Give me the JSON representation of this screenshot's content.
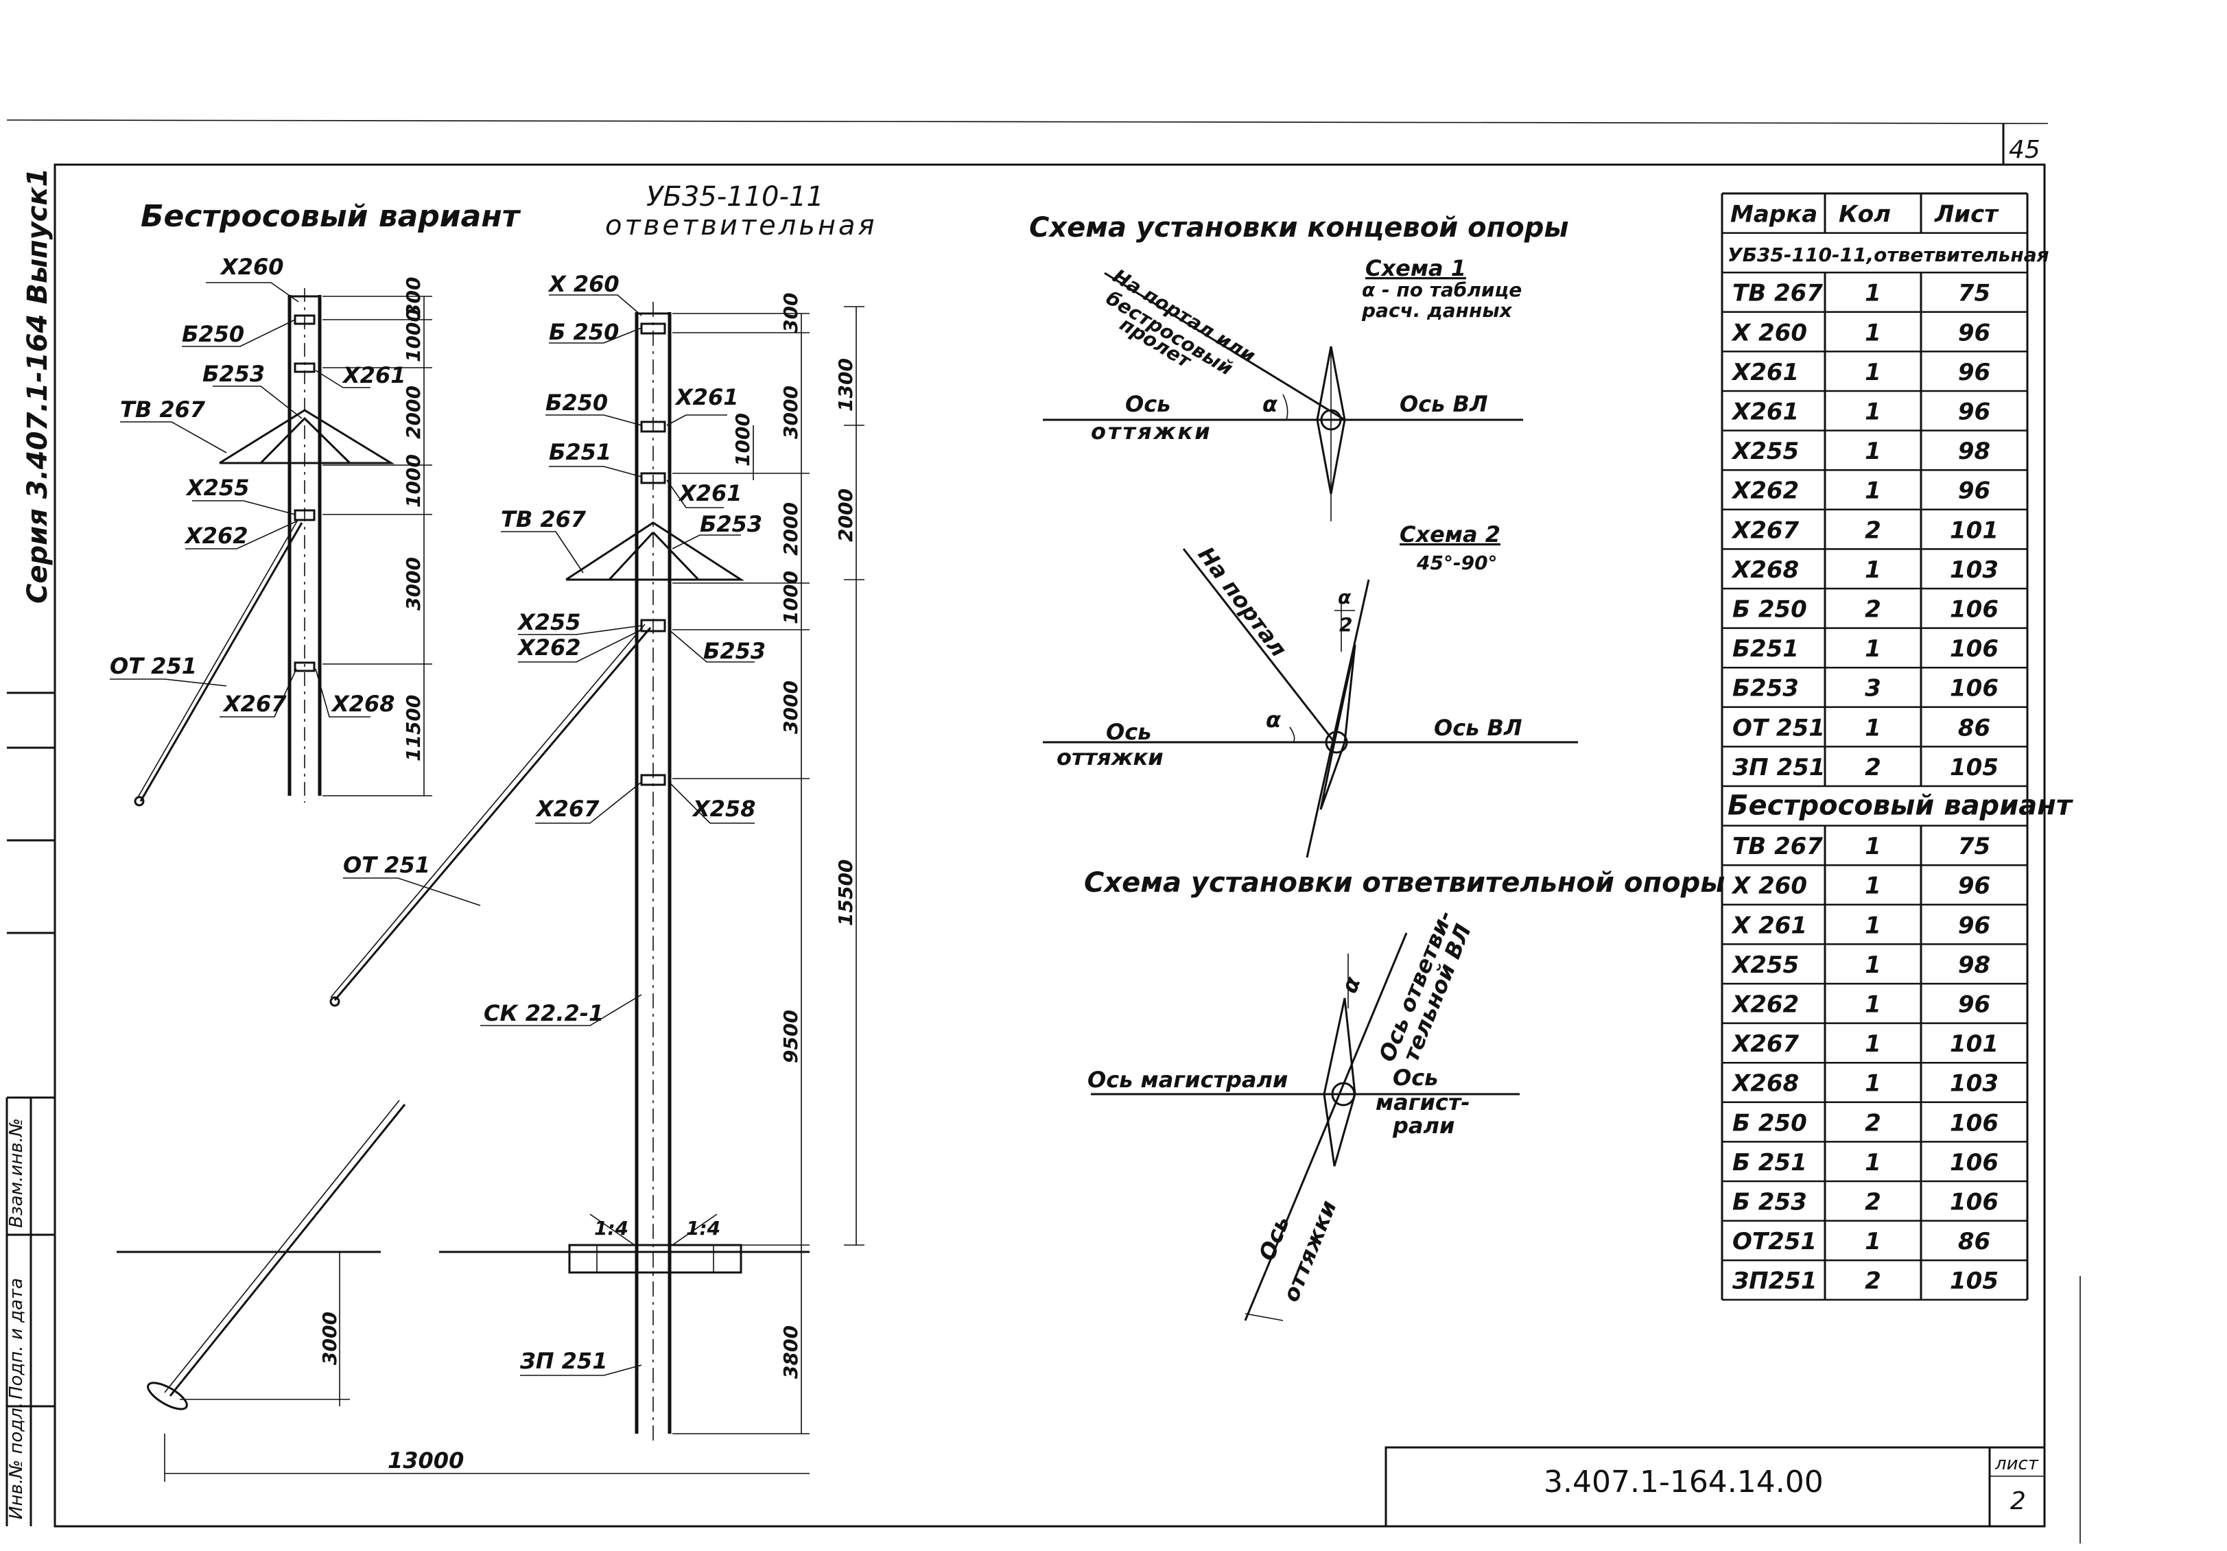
{
  "sheet": {
    "page_number": "45",
    "side_title": "Серия 3.407.1-164 Выпуск1",
    "side_labels": [
      "Инв.№ подл.",
      "Подп. и дата",
      "Взам.инв.№"
    ],
    "doc_code": "3.407.1-164.14.00",
    "list_label": "лист",
    "list_number": "2"
  },
  "left_drawing": {
    "title": "Бестросовый вариант",
    "labels": [
      "Х260",
      "Б250",
      "Б253",
      "ТВ 267",
      "Х261",
      "Х255",
      "Х262",
      "ОТ 251",
      "Х267",
      "Х268"
    ],
    "dims": [
      "300",
      "1000",
      "2000",
      "1000",
      "3000",
      "11500",
      "3000",
      "13000"
    ]
  },
  "main_drawing": {
    "title_line1": "УБ35-110-11",
    "title_line2": "ответвительная",
    "labels": [
      "Х 260",
      "Б 250",
      "Б250",
      "Х261",
      "Б251",
      "Х261",
      "ТВ 267",
      "Б253",
      "Х255",
      "Х262",
      "Б253",
      "Х267",
      "Х258",
      "ОТ 251",
      "СК 22.2-1",
      "ЗП 251"
    ],
    "slopes": [
      "1:4",
      "1:4"
    ],
    "dims": [
      "300",
      "3000",
      "1000",
      "2000",
      "1000",
      "3000",
      "9500",
      "1300",
      "2000",
      "15500",
      "3800"
    ]
  },
  "end_support": {
    "title": "Схема установки концевой опоры",
    "scheme1": {
      "title": "Схема 1",
      "note_line1": "α - по таблице",
      "note_line2": "расч. данных",
      "diag_line1": "На портал или",
      "diag_line2": "бестросовый",
      "diag_line3": "пролет",
      "axis_guy_1": "Ось",
      "axis_guy_2": "оттяжки",
      "axis_vl": "Ось ВЛ",
      "alpha": "α"
    },
    "scheme2": {
      "title": "Схема 2",
      "range": "45°-90°",
      "diag": "На портал",
      "axis_guy_1": "Ось",
      "axis_guy_2": "оттяжки",
      "axis_vl": "Ось ВЛ",
      "alpha": "α",
      "half_alpha_num": "α",
      "half_alpha_den": "2"
    }
  },
  "branch_support": {
    "title": "Схема установки ответвительной опоры",
    "axis_main_left": "Ось магистрали",
    "axis_main_right_1": "Ось",
    "axis_main_right_2": "магист-",
    "axis_main_right_3": "рали",
    "axis_branch_1": "Ось ответви-",
    "axis_branch_2": "тельной ВЛ",
    "axis_guy_1": "Ось",
    "axis_guy_2": "оттяжки",
    "alpha": "α"
  },
  "table": {
    "headers": [
      "Марка",
      "Кол",
      "Лист"
    ],
    "section1_title": "УБ35-110-11,ответвительная",
    "section1_rows": [
      [
        "ТВ 267",
        "1",
        "75"
      ],
      [
        "Х 260",
        "1",
        "96"
      ],
      [
        "Х261",
        "1",
        "96"
      ],
      [
        "Х261",
        "1",
        "96"
      ],
      [
        "Х255",
        "1",
        "98"
      ],
      [
        "Х262",
        "1",
        "96"
      ],
      [
        "Х267",
        "2",
        "101"
      ],
      [
        "Х268",
        "1",
        "103"
      ],
      [
        "Б 250",
        "2",
        "106"
      ],
      [
        "Б251",
        "1",
        "106"
      ],
      [
        "Б253",
        "3",
        "106"
      ],
      [
        "ОТ 251",
        "1",
        "86"
      ],
      [
        "ЗП 251",
        "2",
        "105"
      ]
    ],
    "section2_title": "Бестросовый вариант",
    "section2_rows": [
      [
        "ТВ 267",
        "1",
        "75"
      ],
      [
        "Х 260",
        "1",
        "96"
      ],
      [
        "Х 261",
        "1",
        "96"
      ],
      [
        "Х255",
        "1",
        "98"
      ],
      [
        "Х262",
        "1",
        "96"
      ],
      [
        "Х267",
        "1",
        "101"
      ],
      [
        "Х268",
        "1",
        "103"
      ],
      [
        "Б 250",
        "2",
        "106"
      ],
      [
        "Б 251",
        "1",
        "106"
      ],
      [
        "Б 253",
        "2",
        "106"
      ],
      [
        "ОТ251",
        "1",
        "86"
      ],
      [
        "ЗП251",
        "2",
        "105"
      ]
    ]
  }
}
